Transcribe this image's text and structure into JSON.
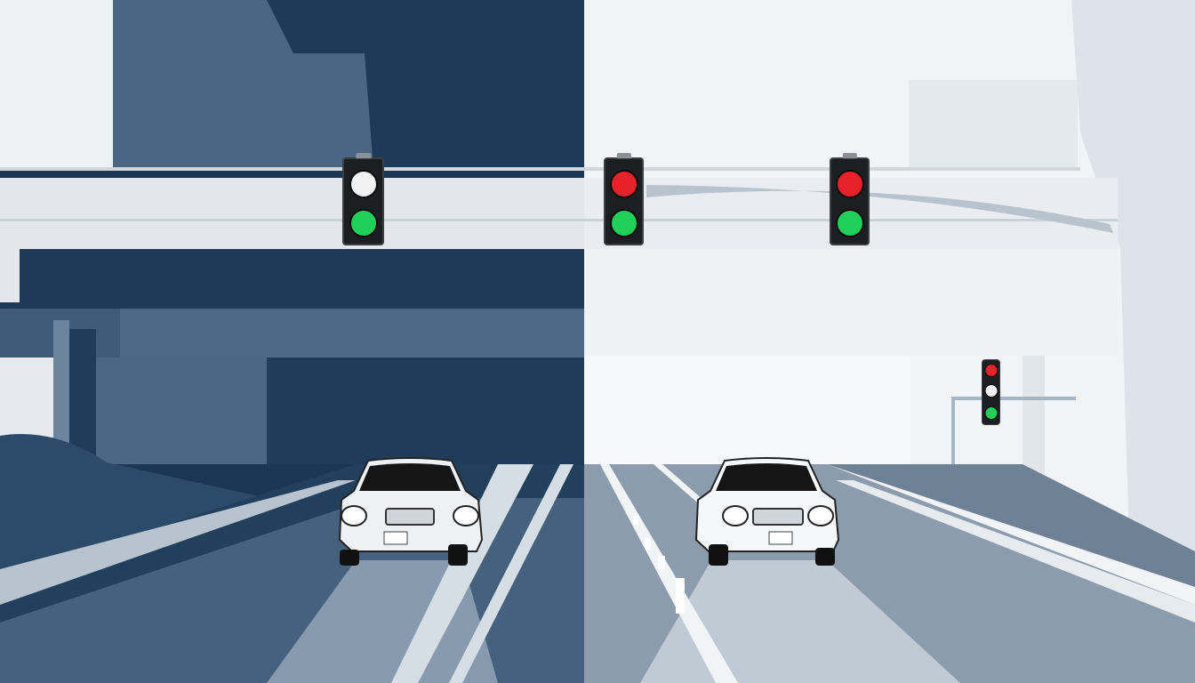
{
  "scene": {
    "colors": {
      "left_dark": "#1c3754",
      "left_mid": "#4b6683",
      "right_light": "#eef2f5",
      "road_right": "#8d9cad",
      "light_red": "#e8222a",
      "light_green": "#1fcf5a",
      "light_white": "#f2f2f2"
    },
    "traffic_lights": [
      {
        "name": "left-overhead",
        "top": "white",
        "bottom": "green"
      },
      {
        "name": "center-overhead",
        "top": "red",
        "bottom": "green"
      },
      {
        "name": "right-overhead",
        "top": "red",
        "bottom": "green"
      },
      {
        "name": "distant-pole",
        "top": "red",
        "middle": "white",
        "bottom": "green"
      }
    ],
    "cars": [
      {
        "name": "left-car",
        "color": "#f4f5f7"
      },
      {
        "name": "right-car",
        "color": "#f4f5f7"
      }
    ]
  }
}
